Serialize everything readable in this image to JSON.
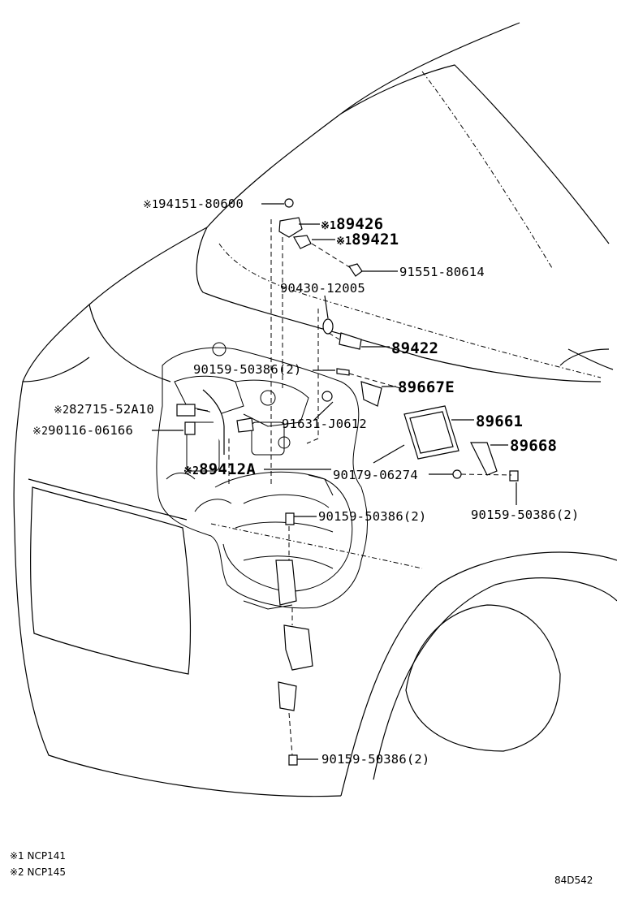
{
  "labels": [
    {
      "id": "l1",
      "mark": "※1",
      "text": "94151-80600"
    },
    {
      "id": "l2",
      "mark": "※1",
      "text": "89426"
    },
    {
      "id": "l3",
      "mark": "※1",
      "text": "89421"
    },
    {
      "id": "l4",
      "mark": "",
      "text": "91551-80614"
    },
    {
      "id": "l5",
      "mark": "",
      "text": "90430-12005"
    },
    {
      "id": "l6",
      "mark": "",
      "text": "89422"
    },
    {
      "id": "l7",
      "mark": "",
      "text": "90159-50386(2)"
    },
    {
      "id": "l8",
      "mark": "",
      "text": "89667E"
    },
    {
      "id": "l9",
      "mark": "※2",
      "text": "82715-52A10"
    },
    {
      "id": "l10",
      "mark": "",
      "text": "91631-J0612"
    },
    {
      "id": "l11",
      "mark": "",
      "text": "89661"
    },
    {
      "id": "l12",
      "mark": "※2",
      "text": "90116-06166"
    },
    {
      "id": "l13",
      "mark": "",
      "text": "89668"
    },
    {
      "id": "l14",
      "mark": "※2",
      "text": "89412A"
    },
    {
      "id": "l15",
      "mark": "",
      "text": "90179-06274"
    },
    {
      "id": "l16",
      "mark": "",
      "text": "90159-50386(2)"
    },
    {
      "id": "l17",
      "mark": "",
      "text": "90159-50386(2)"
    },
    {
      "id": "l18",
      "mark": "",
      "text": "90159-50386(2)"
    }
  ],
  "notes": [
    "※1 NCP141",
    "※2 NCP145"
  ],
  "diagram_code": "84D542"
}
